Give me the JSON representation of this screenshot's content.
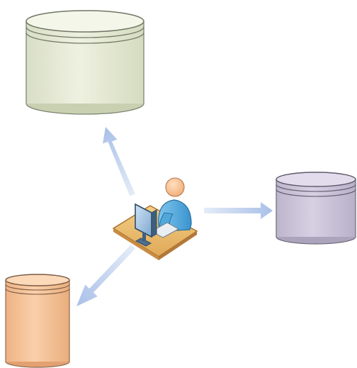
{
  "diagram": {
    "central_node": {
      "icon": "person-at-computer-workstation-icon"
    },
    "databases": [
      {
        "icon": "database-cylinder-icon",
        "color": "#e6ead6",
        "position": "top-left"
      },
      {
        "icon": "database-cylinder-icon",
        "color": "#cbc4d8",
        "position": "right"
      },
      {
        "icon": "database-cylinder-icon",
        "color": "#f5c49a",
        "position": "bottom-left"
      }
    ],
    "arrows": [
      {
        "from": "workstation",
        "to": "database-top",
        "color": "#a9c0e8"
      },
      {
        "from": "workstation",
        "to": "database-right",
        "color": "#a9c0e8"
      },
      {
        "from": "workstation",
        "to": "database-bottom-left",
        "color": "#a9c0e8"
      }
    ]
  }
}
